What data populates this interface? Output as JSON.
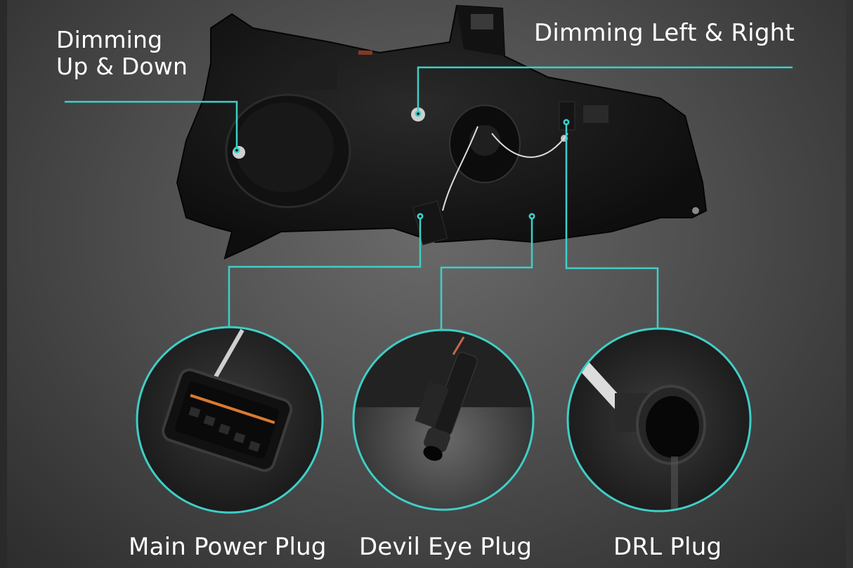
{
  "infographic": {
    "subject": "Headlight assembly rear view",
    "accent_color": "#3ecfc8",
    "callouts": {
      "dimming_up_down": "Dimming\nUp & Down",
      "dimming_up_down_line1": "Dimming",
      "dimming_up_down_line2": "Up & Down",
      "dimming_left_right": "Dimming Left & Right"
    },
    "plugs": [
      {
        "label": "Main Power Plug",
        "detail": "multi-pin rectangular connector with orange seal"
      },
      {
        "label": "Devil Eye Plug",
        "detail": "single-pin bullet connector"
      },
      {
        "label": "DRL Plug",
        "detail": "two-pin oval connector"
      }
    ]
  }
}
